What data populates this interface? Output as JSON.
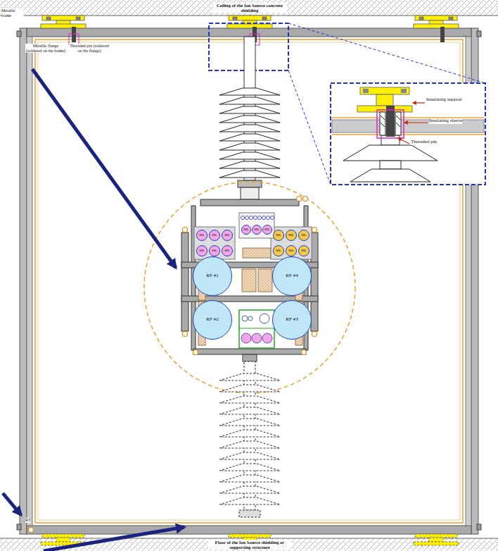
{
  "diagram": {
    "nodes": [
      {
        "text": [
          "Ceiling of the Ion Source concrete shielding"
        ]
      },
      {
        "text": [
          "ML"
        ]
      },
      {
        "text": [
          "ML"
        ]
      },
      {
        "text": [
          "ML"
        ]
      },
      {
        "text": [
          "ML"
        ]
      },
      {
        "text": [
          "ML"
        ]
      },
      {
        "text": [
          "ML"
        ]
      },
      {
        "text": [
          "ML"
        ]
      },
      {
        "text": [
          "ML"
        ]
      },
      {
        "text": [
          "ML"
        ]
      },
      {
        "text": [
          "ML"
        ]
      },
      {
        "text": [
          "ML"
        ]
      },
      {
        "text": [
          "ML"
        ]
      },
      {
        "text": [
          "ML"
        ]
      },
      {
        "text": [
          "ML"
        ]
      },
      {
        "text": [
          "ML"
        ]
      },
      {
        "text": [
          "RF #1"
        ]
      },
      {
        "text": [
          "RF #4"
        ]
      },
      {
        "text": [
          "RF #2"
        ]
      },
      {
        "text": [
          "RF #3"
        ]
      },
      {
        "text": [
          "Floor of the Ion Source shielding or supporting structure"
        ]
      }
    ],
    "labels": [
      "Metallic frame",
      "Metallic flange (soldered on the frame)",
      "Threaded pin (soldered on the flange)",
      "Insulating support",
      "Insulating sleeve",
      "Threaded pin",
      "RT"
    ]
  }
}
